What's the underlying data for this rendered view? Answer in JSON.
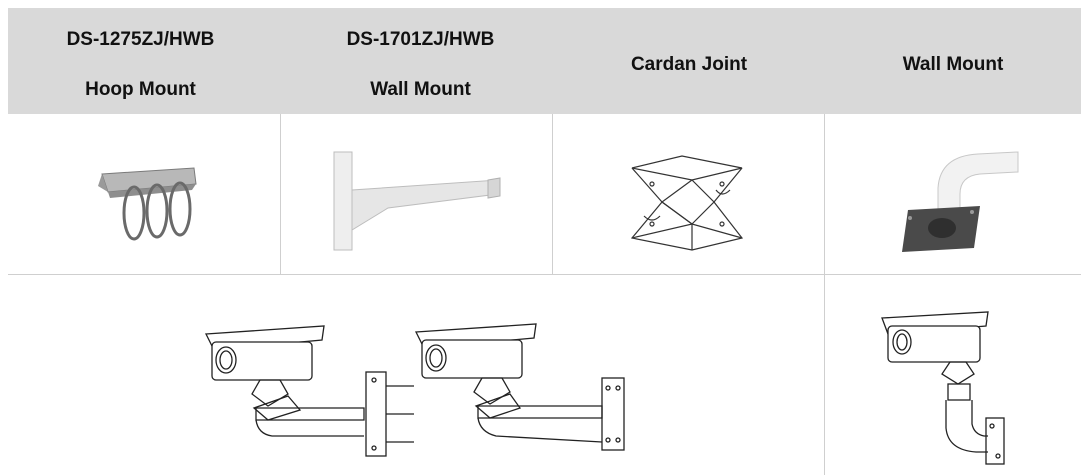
{
  "headers": [
    {
      "line1": "DS-1275ZJ/HWB",
      "line2": "Hoop Mount"
    },
    {
      "line1": "DS-1701ZJ/HWB",
      "line2": "Wall Mount"
    },
    {
      "line1": "Cardan Joint"
    },
    {
      "line1": "Wall Mount"
    }
  ],
  "images": [
    "hoop-mount-bracket",
    "wall-mount-bracket",
    "cardan-joint-block",
    "curved-wall-mount-arm",
    "camera-on-pole-mount-drawing",
    "camera-on-wall-mount-drawing",
    "camera-on-curved-arm-drawing"
  ]
}
